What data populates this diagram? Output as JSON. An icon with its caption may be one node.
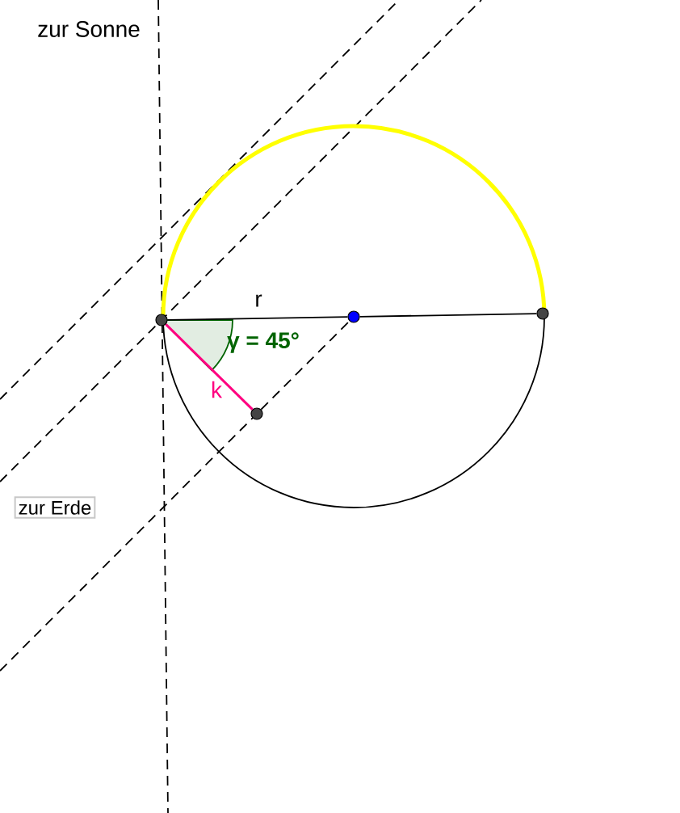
{
  "diagram": {
    "nodes": [
      {
        "text": [
          "zur Erde"
        ]
      },
      {
        "text": [],
        "shape": "circle"
      },
      {
        "text": [],
        "shape": "circle"
      },
      {
        "text": [],
        "shape": "circle"
      },
      {
        "text": [],
        "shape": "circle"
      }
    ],
    "edges": [
      {
        "from": 1,
        "to": 2,
        "arrow": "none",
        "label": "r"
      },
      {
        "from": 2,
        "to": 3,
        "arrow": "none"
      },
      {
        "from": 1,
        "to": 4,
        "arrow": "none",
        "label": "k",
        "color": "#ff0080"
      },
      {
        "from": 4,
        "to": 2,
        "arrow": "none",
        "style": "dashed"
      }
    ],
    "labels": [
      "zur Sonne",
      "γ = 45°"
    ]
  }
}
